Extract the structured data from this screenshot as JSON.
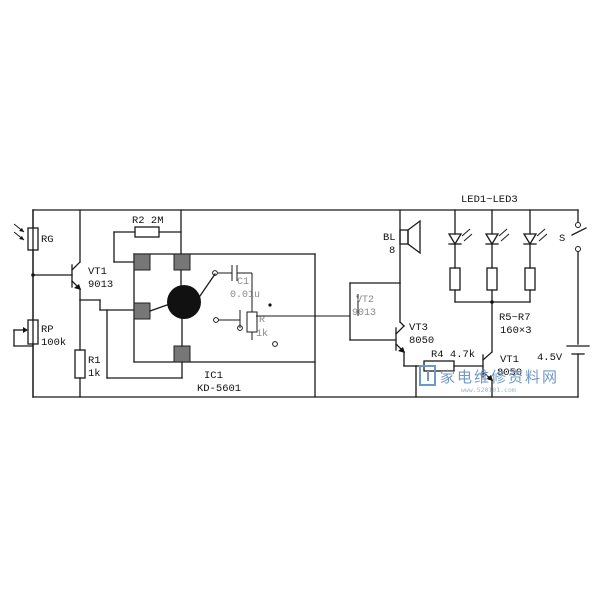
{
  "labels": {
    "rg": "RG",
    "vt1_left": "VT1",
    "vt1_left_part": "9013",
    "rp": "RP",
    "rp_value": "100k",
    "r1": "R1",
    "r1_value": "1k",
    "r2": "R2 2M",
    "ic1": "IC1",
    "ic1_part": "KD-5601",
    "c1": "C1",
    "c1_value": "0.01u",
    "r_inner": "R",
    "r_inner_value": "1k",
    "vt2": "VT2",
    "vt2_part": "9013",
    "bl": "BL",
    "bl_value": "8",
    "vt3": "VT3",
    "vt3_part": "8050",
    "r4": "R4 4.7k",
    "vt_right": "VT1",
    "vt_right_part": "8050",
    "led_group": "LED1~LED3",
    "r5r7": "R5~R7",
    "r5r7_value": "160×3",
    "s": "S",
    "battery": "4.5V"
  },
  "watermark": {
    "text": "家电维修资料网",
    "url": "www.520101.com"
  },
  "colors": {
    "line": "#1a1a1a",
    "pad": "#777777",
    "watermark": "#6f98c9"
  }
}
